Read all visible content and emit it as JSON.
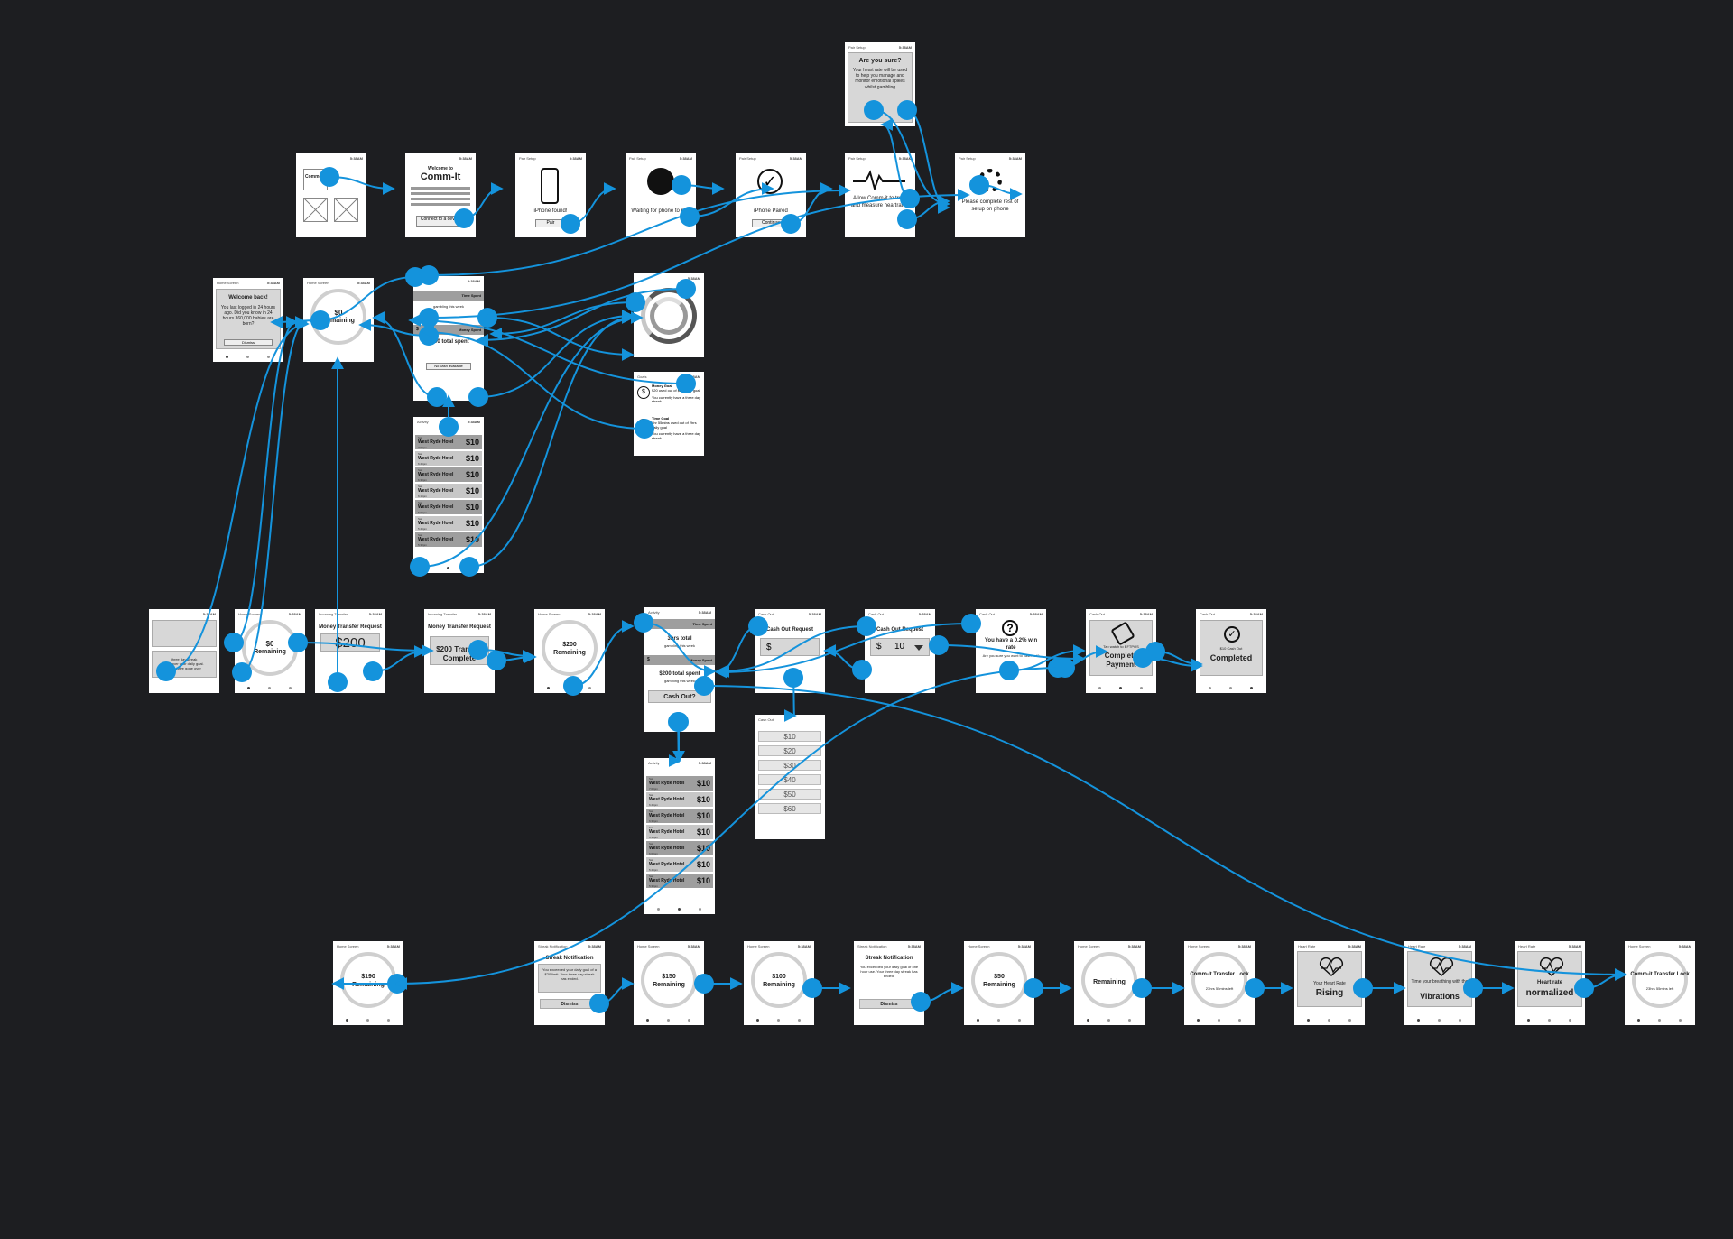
{
  "accent": "#1493dc",
  "screens": {
    "s1": {
      "title": "",
      "time": "5:38AM",
      "body": [
        "Comm-It"
      ]
    },
    "s2": {
      "title": "",
      "time": "5:38AM",
      "body": [
        "Welcome to",
        "Comm-It",
        "Connect to a device"
      ]
    },
    "s3": {
      "title": "Pair Setup",
      "time": "5:38AM",
      "body": [
        "iPhone found!",
        "Pair"
      ]
    },
    "s4": {
      "title": "Pair Setup",
      "time": "5:38AM",
      "body": [
        "Waiting for phone to pair"
      ]
    },
    "s5": {
      "title": "Pair Setup",
      "time": "5:38AM",
      "body": [
        "iPhone Paired",
        "Continue"
      ]
    },
    "s6": {
      "title": "Pair Setup",
      "time": "5:38AM",
      "body": [
        "Allow Comm-it to track and measure heartrate?"
      ]
    },
    "s7": {
      "title": "Pair Setup",
      "time": "5:38AM",
      "body": [
        "Are you sure?",
        "Your heart rate will be used to help you manage and monitor emotional spikes whilst gambling"
      ]
    },
    "s8": {
      "title": "Pair Setup",
      "time": "5:38AM",
      "body": [
        "Please complete rest of setup on phone"
      ]
    },
    "s9": {
      "title": "Home Screen",
      "time": "5:38AM",
      "body": [
        "Welcome back!",
        "You last logged in 24 hours ago. Did you know in 24 hours 360,000 babies are born?",
        "Dismiss"
      ]
    },
    "s10": {
      "title": "Home Screen",
      "time": "5:38AM",
      "body": [
        "$0",
        "Remaining"
      ]
    },
    "s11": {
      "title": "Activity",
      "time": "5:38AM",
      "body": [
        "Time Spent",
        "gambling this week",
        "Money Spent",
        "$200 total spent",
        "No cash available"
      ]
    },
    "s12": {
      "title": "Activity",
      "time": "5:38AM",
      "rows": [
        [
          "Sat",
          "West Ryde Hotel",
          "$10",
          "7:00pm"
        ],
        [
          "Sat",
          "West Ryde Hotel",
          "$10",
          "6:45pm"
        ],
        [
          "Sat",
          "West Ryde Hotel",
          "$10",
          "6:30pm"
        ],
        [
          "Sat",
          "West Ryde Hotel",
          "$10",
          "6:15pm"
        ],
        [
          "Sat",
          "West Ryde Hotel",
          "$10",
          "6:00pm"
        ],
        [
          "Sat",
          "West Ryde Hotel",
          "$10",
          "5:45pm"
        ],
        [
          "Sat",
          "West Ryde Hotel",
          "$10",
          "5:30pm"
        ]
      ]
    },
    "s13": {
      "title": "",
      "time": "5:38AM",
      "body": []
    },
    "s14": {
      "title": "Goals",
      "time": "5:38AM",
      "body": [
        "Money Goal",
        "$20 used out of $20 daily goal",
        "You currently have a three day streak",
        "Time Goal",
        "1hr 55mins used out of 2hrs daily goal",
        "You currently have a three day streak"
      ]
    },
    "s15": {
      "title": "",
      "time": "5:38AM",
      "body": [
        "three day streak",
        "Still over your daily goal.",
        "2485 have gone over"
      ]
    },
    "s16": {
      "title": "Home Screen",
      "time": "5:38AM",
      "body": [
        "$0",
        "Remaining"
      ]
    },
    "s17": {
      "title": "Incoming Transfer",
      "time": "5:38AM",
      "body": [
        "Money Transfer Request",
        "$200"
      ]
    },
    "s18": {
      "title": "Incoming Transfer",
      "time": "5:38AM",
      "body": [
        "Money Transfer Request",
        "$200 Transfer Complete"
      ]
    },
    "s19": {
      "title": "Home Screen",
      "time": "5:38AM",
      "body": [
        "$200",
        "Remaining"
      ]
    },
    "s20": {
      "title": "Activity",
      "time": "5:38AM",
      "body": [
        "Time Spent",
        "3hrs total",
        "gambling this week",
        "Money Spent",
        "$200 total spent",
        "gambling this week",
        "Cash Out?"
      ]
    },
    "s21": {
      "title": "Cash Out",
      "time": "5:38AM",
      "body": [
        "Cash Out Request",
        "$"
      ]
    },
    "s22": {
      "title": "Cash Out",
      "time": "5:38AM",
      "body": [
        "Cash Out Request",
        "$",
        "10"
      ]
    },
    "s23": {
      "title": "Cash Out",
      "time": "5:38AM",
      "body": [
        "You have a 0.2% win rate",
        "Are you sure you want to cash out?"
      ]
    },
    "s24": {
      "title": "Cash Out",
      "time": "5:38AM",
      "body": [
        "Tap watch to EFTPOS",
        "Complete Payment"
      ]
    },
    "s25": {
      "title": "Cash Out",
      "time": "5:38AM",
      "body": [
        "$10 Cash Out",
        "Completed"
      ]
    },
    "s26": {
      "title": "Cash Out",
      "time": "",
      "options": [
        "$10",
        "$20",
        "$30",
        "$40",
        "$50",
        "$60"
      ]
    },
    "s27": {
      "title": "Activity",
      "time": "5:38AM",
      "rows": [
        [
          "Sat",
          "West Ryde Hotel",
          "$10",
          "7:00pm"
        ],
        [
          "Sat",
          "West Ryde Hotel",
          "$10",
          "6:45pm"
        ],
        [
          "Sat",
          "West Ryde Hotel",
          "$10",
          "6:30pm"
        ],
        [
          "Sat",
          "West Ryde Hotel",
          "$10",
          "6:15pm"
        ],
        [
          "Sat",
          "West Ryde Hotel",
          "$10",
          "6:00pm"
        ],
        [
          "Sat",
          "West Ryde Hotel",
          "$10",
          "5:45pm"
        ],
        [
          "Sat",
          "West Ryde Hotel",
          "$10",
          "5:30pm"
        ]
      ]
    },
    "s28": {
      "title": "Home Screen",
      "time": "5:38AM",
      "body": [
        "$190",
        "Remaining"
      ]
    },
    "s29": {
      "title": "Streak Notification",
      "time": "5:38AM",
      "body": [
        "Streak Notification",
        "You exceeded your daily goal of a $20 limit. Your three day streak has ended.",
        "Dismiss"
      ]
    },
    "s30": {
      "title": "Home Screen",
      "time": "5:38AM",
      "body": [
        "$150",
        "Remaining"
      ]
    },
    "s31": {
      "title": "Home Screen",
      "time": "5:38AM",
      "body": [
        "$100",
        "Remaining"
      ]
    },
    "s32": {
      "title": "Streak Notification",
      "time": "5:38AM",
      "body": [
        "Streak Notification",
        "You exceeded your daily goal of one hour use. Your three day streak has ended.",
        "Dismiss"
      ]
    },
    "s33": {
      "title": "Home Screen",
      "time": "5:38AM",
      "body": [
        "$50",
        "Remaining"
      ]
    },
    "s34": {
      "title": "Home Screen",
      "time": "5:38AM",
      "body": [
        "Remaining"
      ]
    },
    "s35": {
      "title": "Home Screen",
      "time": "5:38AM",
      "body": [
        "Comm-it Transfer Lock",
        "23hrs 55mins left"
      ]
    },
    "s36": {
      "title": "Heart Rate",
      "time": "5:38AM",
      "body": [
        "Your Heart Rate",
        "Rising"
      ]
    },
    "s37": {
      "title": "Heart Rate",
      "time": "5:38AM",
      "body": [
        "Time your breathing with the",
        "Vibrations"
      ]
    },
    "s38": {
      "title": "Heart Rate",
      "time": "5:38AM",
      "body": [
        "Heart rate",
        "normalized"
      ]
    },
    "s39": {
      "title": "Home Screen",
      "time": "5:38AM",
      "body": [
        "Comm-it Transfer Lock",
        "23hrs 55mins left"
      ]
    }
  }
}
